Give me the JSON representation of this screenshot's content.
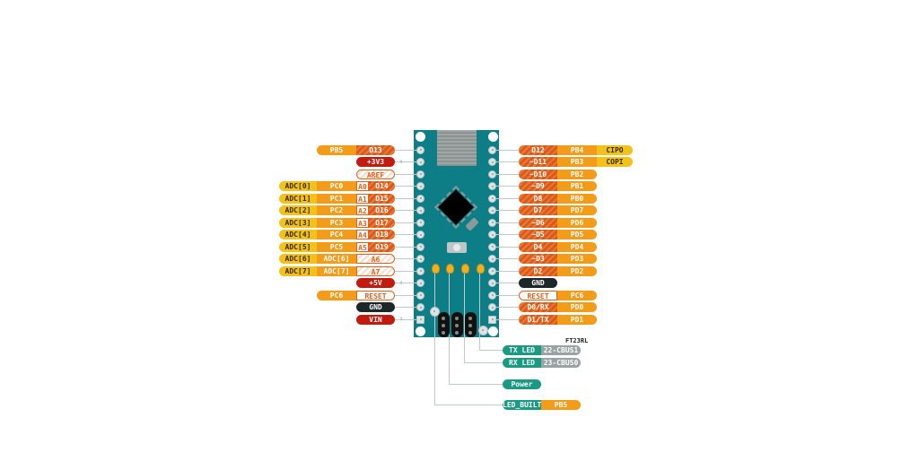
{
  "title": "Arduino Nano pinout",
  "colors": {
    "board": "#0e7e86",
    "digital": "#dc5a16",
    "port": "#f39c1a",
    "adc": "#f2c11a",
    "power": "#c11a0e",
    "gnd": "#1d2628",
    "led_label": "#1a9a82",
    "ft_label": "#9aa3a3"
  },
  "left_pins": [
    {
      "segs": [
        {
          "t": "PB5",
          "k": "port",
          "c": "port"
        },
        {
          "t": "D13",
          "k": "digital",
          "c": "pin"
        }
      ]
    },
    {
      "segs": [
        {
          "t": "+3V3",
          "k": "power",
          "c": "pin"
        }
      ],
      "arrow": true
    },
    {
      "segs": [
        {
          "t": "AREF",
          "k": "outline",
          "c": "pin"
        }
      ]
    },
    {
      "segs": [
        {
          "t": "ADC[0]",
          "k": "adc",
          "c": "adc"
        },
        {
          "t": "PC0",
          "k": "port",
          "c": "port"
        },
        {
          "t": "A0",
          "k": "analog",
          "c": "a"
        },
        {
          "t": "D14",
          "k": "digital",
          "c": "d"
        }
      ]
    },
    {
      "segs": [
        {
          "t": "ADC[1]",
          "k": "adc",
          "c": "adc"
        },
        {
          "t": "PC1",
          "k": "port",
          "c": "port"
        },
        {
          "t": "A1",
          "k": "analog",
          "c": "a"
        },
        {
          "t": "D15",
          "k": "digital",
          "c": "d"
        }
      ]
    },
    {
      "segs": [
        {
          "t": "ADC[2]",
          "k": "adc",
          "c": "adc"
        },
        {
          "t": "PC2",
          "k": "port",
          "c": "port"
        },
        {
          "t": "A2",
          "k": "analog",
          "c": "a"
        },
        {
          "t": "D16",
          "k": "digital",
          "c": "d"
        }
      ]
    },
    {
      "segs": [
        {
          "t": "ADC[3]",
          "k": "adc",
          "c": "adc"
        },
        {
          "t": "PC3",
          "k": "port",
          "c": "port"
        },
        {
          "t": "A3",
          "k": "analog",
          "c": "a"
        },
        {
          "t": "D17",
          "k": "digital",
          "c": "d"
        }
      ]
    },
    {
      "segs": [
        {
          "t": "ADC[4]",
          "k": "adc",
          "c": "adc"
        },
        {
          "t": "PC4",
          "k": "port",
          "c": "port"
        },
        {
          "t": "A4",
          "k": "analog",
          "c": "a"
        },
        {
          "t": "D18",
          "k": "digital",
          "c": "d"
        }
      ]
    },
    {
      "segs": [
        {
          "t": "ADC[5]",
          "k": "adc",
          "c": "adc"
        },
        {
          "t": "PC5",
          "k": "port",
          "c": "port"
        },
        {
          "t": "A5",
          "k": "analog",
          "c": "a"
        },
        {
          "t": "D19",
          "k": "digital",
          "c": "d"
        }
      ]
    },
    {
      "segs": [
        {
          "t": "ADC[6]",
          "k": "adc",
          "c": "adc"
        },
        {
          "t": "ADC[6]",
          "k": "port",
          "c": "port"
        },
        {
          "t": "A6",
          "k": "outline",
          "c": "pin"
        }
      ]
    },
    {
      "segs": [
        {
          "t": "ADC[7]",
          "k": "adc",
          "c": "adc"
        },
        {
          "t": "ADC[7]",
          "k": "port",
          "c": "port"
        },
        {
          "t": "A7",
          "k": "outline",
          "c": "pin"
        }
      ]
    },
    {
      "segs": [
        {
          "t": "+5V",
          "k": "power",
          "c": "pin"
        }
      ],
      "arrow": true
    },
    {
      "segs": [
        {
          "t": "PC6",
          "k": "port",
          "c": "port"
        },
        {
          "t": "RESET",
          "k": "plain",
          "c": "pin"
        }
      ]
    },
    {
      "segs": [
        {
          "t": "GND",
          "k": "gnd",
          "c": "pin"
        }
      ]
    },
    {
      "segs": [
        {
          "t": "VIN",
          "k": "power",
          "c": "pin"
        }
      ],
      "arrow": true,
      "square": true
    }
  ],
  "right_pins": [
    {
      "segs": [
        {
          "t": "D12",
          "k": "digital",
          "c": "pin"
        },
        {
          "t": "PB4",
          "k": "port",
          "c": "port"
        },
        {
          "t": "CIPO",
          "k": "adc",
          "c": "extra"
        }
      ]
    },
    {
      "segs": [
        {
          "t": "~D11",
          "k": "digital",
          "c": "pin"
        },
        {
          "t": "PB3",
          "k": "port",
          "c": "port"
        },
        {
          "t": "COPI",
          "k": "adc",
          "c": "extra"
        }
      ]
    },
    {
      "segs": [
        {
          "t": "~D10",
          "k": "digital",
          "c": "pin"
        },
        {
          "t": "PB2",
          "k": "port",
          "c": "port"
        }
      ]
    },
    {
      "segs": [
        {
          "t": "~D9",
          "k": "digital",
          "c": "pin"
        },
        {
          "t": "PB1",
          "k": "port",
          "c": "port"
        }
      ]
    },
    {
      "segs": [
        {
          "t": "D8",
          "k": "digital",
          "c": "pin"
        },
        {
          "t": "PB0",
          "k": "port",
          "c": "port"
        }
      ]
    },
    {
      "segs": [
        {
          "t": "D7",
          "k": "digital",
          "c": "pin"
        },
        {
          "t": "PD7",
          "k": "port",
          "c": "port"
        }
      ]
    },
    {
      "segs": [
        {
          "t": "~D6",
          "k": "digital",
          "c": "pin"
        },
        {
          "t": "PD6",
          "k": "port",
          "c": "port"
        }
      ]
    },
    {
      "segs": [
        {
          "t": "~D5",
          "k": "digital",
          "c": "pin"
        },
        {
          "t": "PD5",
          "k": "port",
          "c": "port"
        }
      ]
    },
    {
      "segs": [
        {
          "t": "D4",
          "k": "digital",
          "c": "pin"
        },
        {
          "t": "PD4",
          "k": "port",
          "c": "port"
        }
      ]
    },
    {
      "segs": [
        {
          "t": "~D3",
          "k": "digital",
          "c": "pin"
        },
        {
          "t": "PD3",
          "k": "port",
          "c": "port"
        }
      ]
    },
    {
      "segs": [
        {
          "t": "D2",
          "k": "digital",
          "c": "pin"
        },
        {
          "t": "PD2",
          "k": "port",
          "c": "port"
        }
      ]
    },
    {
      "segs": [
        {
          "t": "GND",
          "k": "gnd",
          "c": "pin"
        }
      ]
    },
    {
      "segs": [
        {
          "t": "RESET",
          "k": "plain",
          "c": "pin"
        },
        {
          "t": "PC6",
          "k": "port",
          "c": "port"
        }
      ]
    },
    {
      "segs": [
        {
          "t": "D0/RX",
          "k": "digital",
          "c": "pin"
        },
        {
          "t": "PD0",
          "k": "port",
          "c": "port"
        }
      ]
    },
    {
      "segs": [
        {
          "t": "D1/TX",
          "k": "digital",
          "c": "pin"
        },
        {
          "t": "PD1",
          "k": "port",
          "c": "port"
        }
      ],
      "square": true
    }
  ],
  "ft_chip_label": "FT23RL",
  "leds": [
    {
      "segs": [
        {
          "t": "TX LED",
          "k": "teal",
          "c": "pin"
        },
        {
          "t": "22-CBUS1",
          "k": "gray",
          "c": "port"
        }
      ]
    },
    {
      "segs": [
        {
          "t": "RX LED",
          "k": "teal",
          "c": "pin"
        },
        {
          "t": "23-CBUS0",
          "k": "gray",
          "c": "port"
        }
      ]
    },
    {
      "segs": [
        {
          "t": "Power",
          "k": "teal",
          "c": "pin"
        }
      ]
    },
    {
      "segs": [
        {
          "t": "LED_BUILTIN",
          "k": "teal",
          "c": "pin"
        },
        {
          "t": "PB5",
          "k": "port",
          "c": "port"
        }
      ]
    }
  ]
}
